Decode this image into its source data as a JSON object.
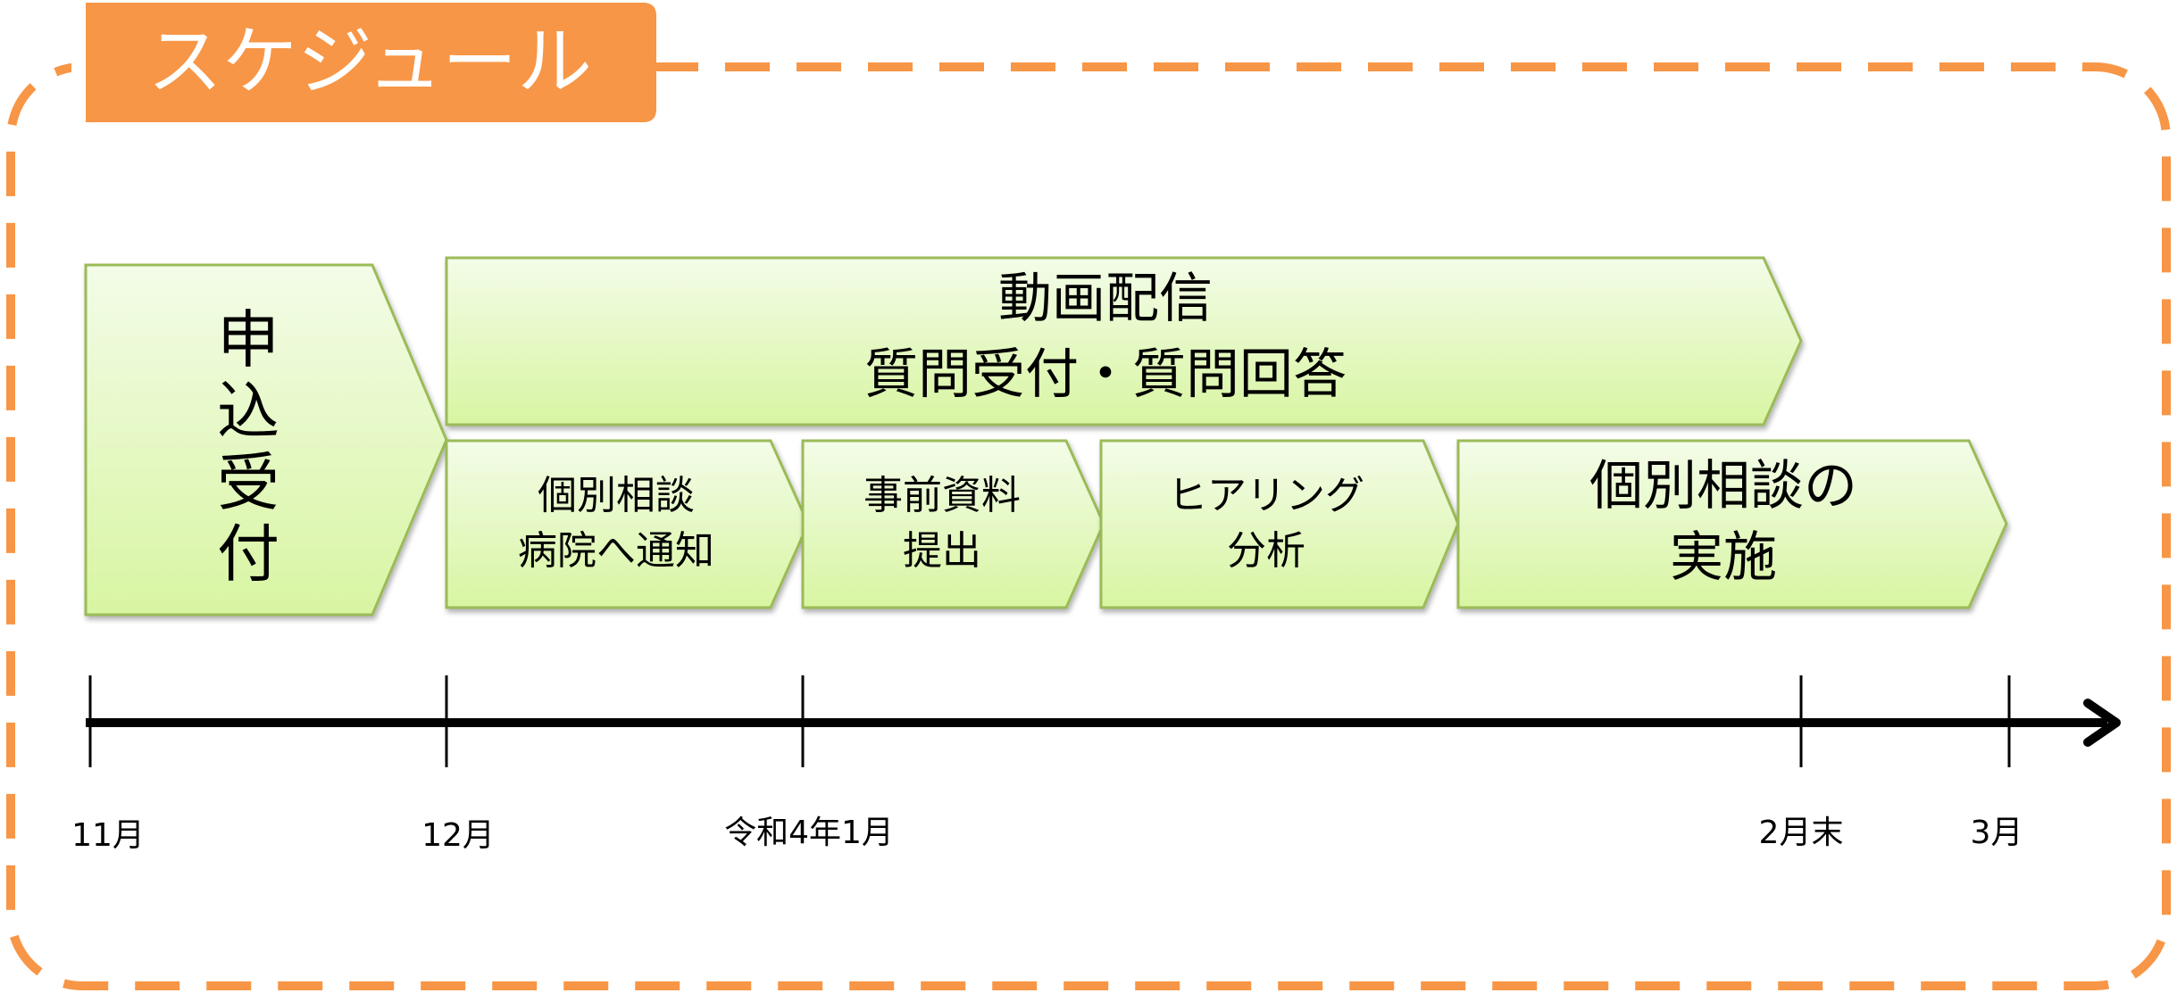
{
  "title": "スケジュール",
  "colors": {
    "accent": "#F79646",
    "box_border": "#9BBB59",
    "box_fill_top": "#F3FCE8",
    "box_fill_bottom": "#D8F5A2",
    "axis": "#000000"
  },
  "phases": {
    "application": {
      "lines": [
        "申",
        "込",
        "受",
        "付"
      ]
    },
    "video": {
      "lines": [
        "動画配信",
        "質問受付・質問回答"
      ]
    },
    "notify": {
      "lines": [
        "個別相談",
        "病院へ通知"
      ]
    },
    "materials": {
      "lines": [
        "事前資料",
        "提出"
      ]
    },
    "hearing": {
      "lines": [
        "ヒアリング",
        "分析"
      ]
    },
    "consult": {
      "lines": [
        "個別相談の",
        "実施"
      ]
    }
  },
  "timeline": {
    "labels": [
      "11月",
      "12月",
      "令和4年1月",
      "2月末",
      "3月"
    ]
  }
}
